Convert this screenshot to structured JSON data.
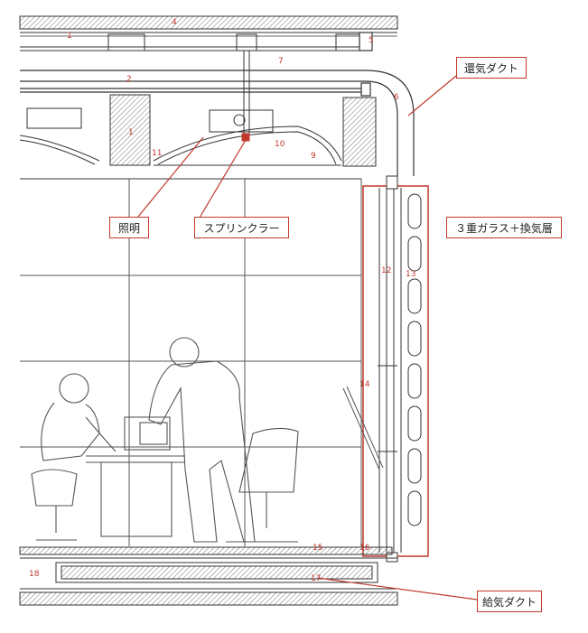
{
  "callouts": {
    "return_duct": "還気ダクト",
    "lighting": "照明",
    "sprinkler": "スプリンクラー",
    "triple_glass": "３重ガラス＋換気層",
    "supply_duct": "給気ダクト"
  },
  "numbers": {
    "n1a": "1",
    "n1b": "1",
    "n2": "2",
    "n4": "4",
    "n5": "5",
    "n6": "6",
    "n7": "7",
    "n9": "9",
    "n10": "10",
    "n11": "11",
    "n12": "12",
    "n13": "13",
    "n14": "14",
    "n15": "15",
    "n16": "16",
    "n17": "17",
    "n18": "18"
  },
  "colors": {
    "callout_border": "#c0392b",
    "line": "#333333",
    "hatch": "#888888"
  }
}
